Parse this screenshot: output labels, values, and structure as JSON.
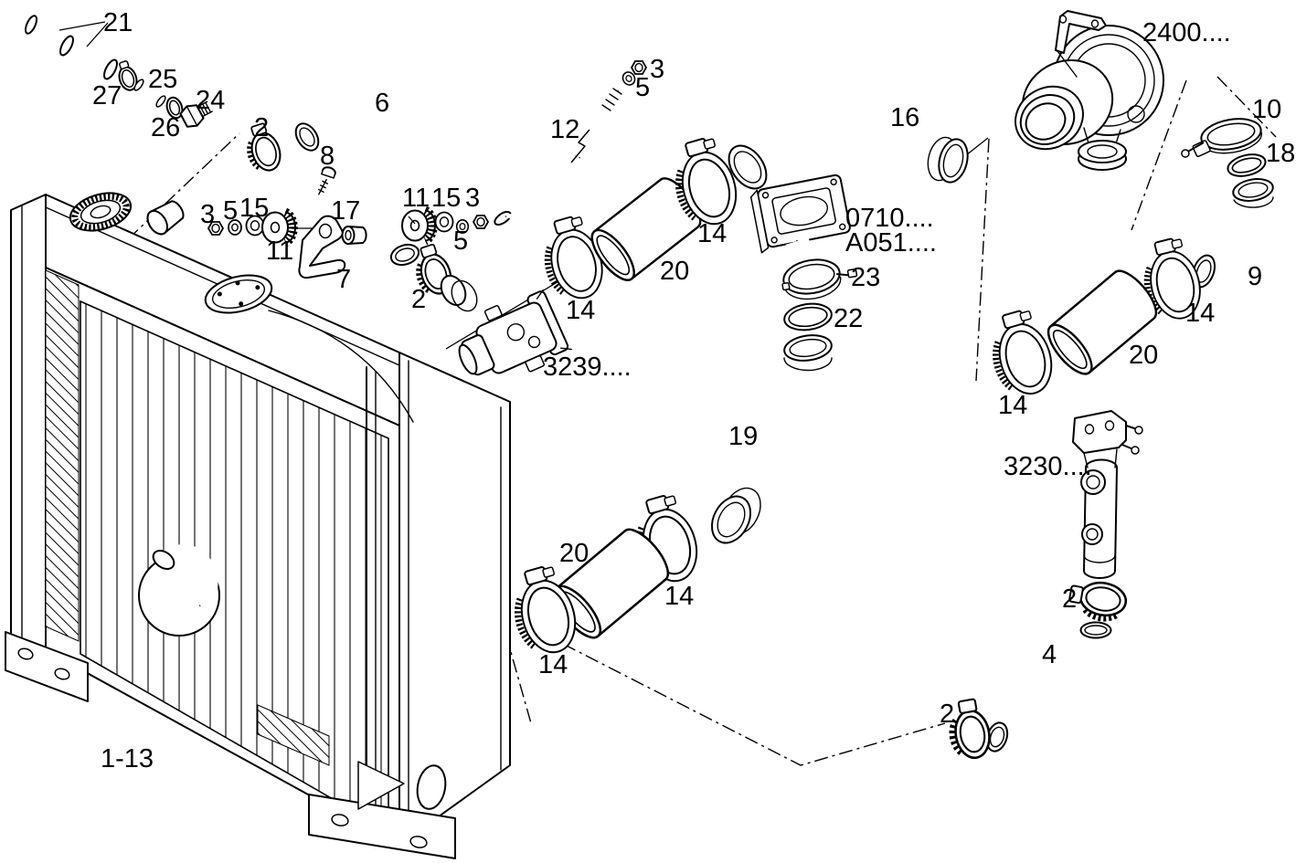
{
  "diagram": {
    "kind": "exploded-parts-diagram",
    "subject": "charge air cooler / intercooler piping with radiator and turbocharger",
    "background_color": "#ffffff",
    "line_color": "#000000"
  },
  "labels": [
    {
      "text": "21"
    },
    {
      "text": "27"
    },
    {
      "text": "25"
    },
    {
      "text": "26"
    },
    {
      "text": "24"
    },
    {
      "text": "2"
    },
    {
      "text": "6"
    },
    {
      "text": "8"
    },
    {
      "text": "3"
    },
    {
      "text": "5"
    },
    {
      "text": "15"
    },
    {
      "text": "11"
    },
    {
      "text": "17"
    },
    {
      "text": "7"
    },
    {
      "text": "11"
    },
    {
      "text": "15"
    },
    {
      "text": "3"
    },
    {
      "text": "5"
    },
    {
      "text": "2"
    },
    {
      "text": "12"
    },
    {
      "text": "3"
    },
    {
      "text": "5"
    },
    {
      "text": "14"
    },
    {
      "text": "20"
    },
    {
      "text": "14"
    },
    {
      "text": "16"
    },
    {
      "text": "0710...."
    },
    {
      "text": "A051...."
    },
    {
      "text": "23"
    },
    {
      "text": "22"
    },
    {
      "text": "19"
    },
    {
      "text": "3239...."
    },
    {
      "text": "20"
    },
    {
      "text": "14"
    },
    {
      "text": "14"
    },
    {
      "text": "2400...."
    },
    {
      "text": "10"
    },
    {
      "text": "18"
    },
    {
      "text": "9"
    },
    {
      "text": "14"
    },
    {
      "text": "20"
    },
    {
      "text": "14"
    },
    {
      "text": "3230...."
    },
    {
      "text": "2"
    },
    {
      "text": "4"
    },
    {
      "text": "2"
    },
    {
      "text": "1-13"
    }
  ]
}
